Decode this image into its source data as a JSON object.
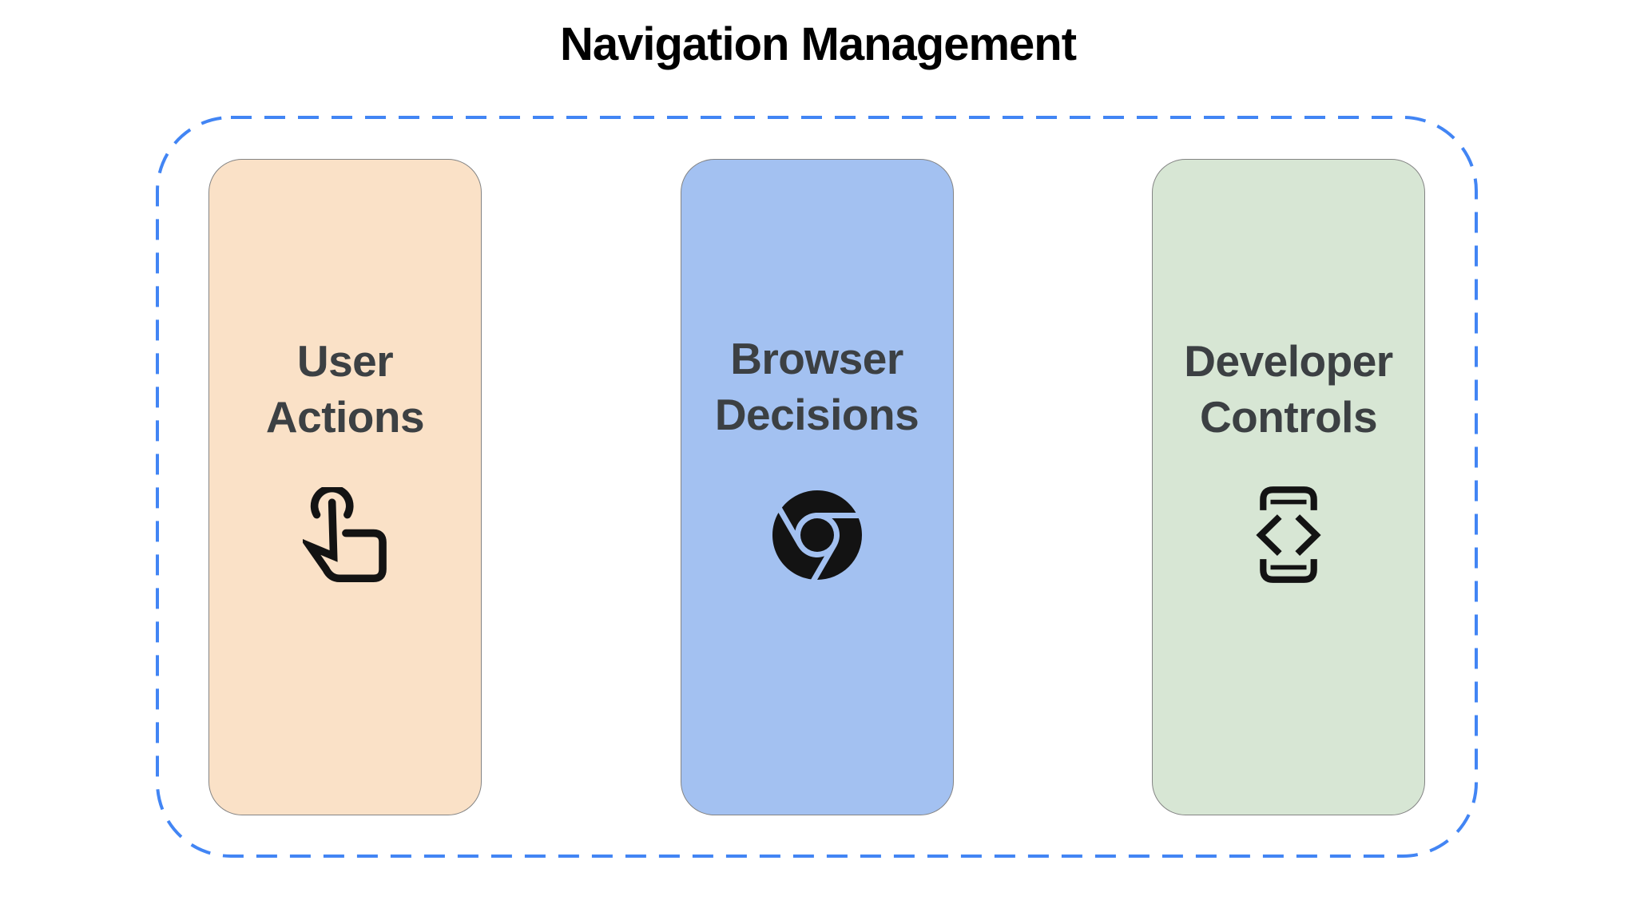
{
  "title": "Navigation Management",
  "colors": {
    "frame_border": "#4285F4",
    "card_border": "#848484",
    "card_text": "#3C4043",
    "title_text": "#000000",
    "icon": "#131313"
  },
  "diagram": {
    "cards": [
      {
        "id": "user-actions",
        "label": "User\nActions",
        "bg": "#FAE1C7",
        "icon": "touch-gesture-icon"
      },
      {
        "id": "browser-decisions",
        "label": "Browser\nDecisions",
        "bg": "#A3C1F1",
        "icon": "chrome-browser-icon"
      },
      {
        "id": "developer-controls",
        "label": "Developer\nControls",
        "bg": "#D7E6D4",
        "icon": "developer-mode-icon"
      }
    ]
  }
}
